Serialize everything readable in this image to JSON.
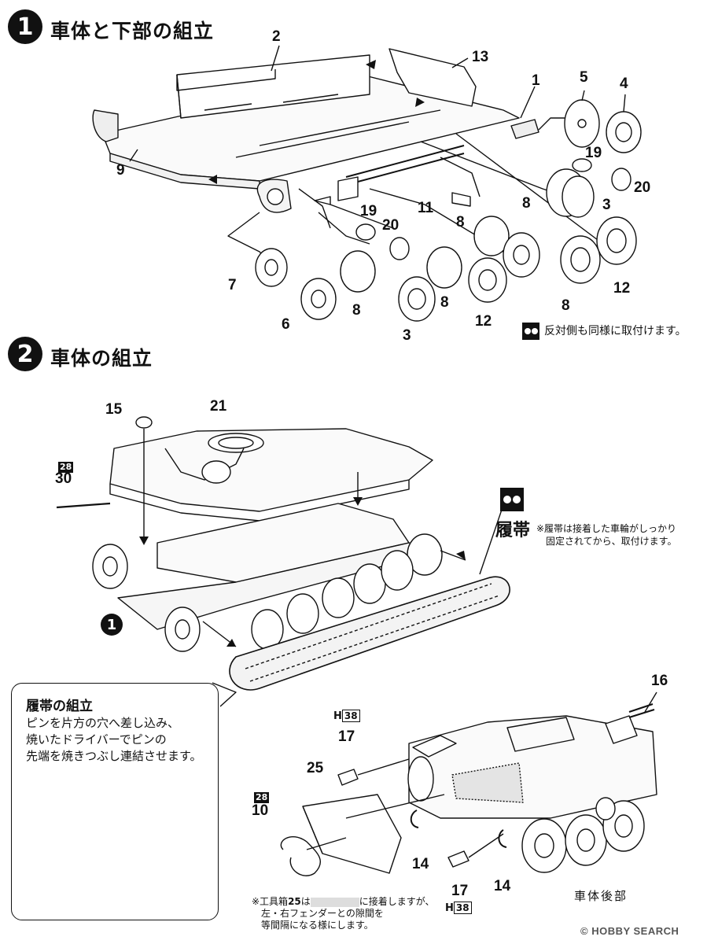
{
  "step1": {
    "number": "1",
    "title": "車体と下部の組立",
    "parts": {
      "p1": "1",
      "p2": "2",
      "p3a": "3",
      "p3b": "3",
      "p4": "4",
      "p5": "5",
      "p6": "6",
      "p7": "7",
      "p8a": "8",
      "p8b": "8",
      "p8c": "8",
      "p8d": "8",
      "p8e": "8",
      "p9": "9",
      "p11": "11",
      "p12a": "12",
      "p12b": "12",
      "p13": "13",
      "p19a": "19",
      "p19b": "19",
      "p20a": "20",
      "p20b": "20"
    },
    "note": "反対側も同様に取付けます。"
  },
  "step2": {
    "number": "2",
    "title": "車体の組立",
    "parts": {
      "p15": "15",
      "p21": "21",
      "p30": "30",
      "ref28a": "28",
      "p1ref": "1",
      "p16": "16",
      "p17a": "17",
      "p17b": "17",
      "p25": "25",
      "ref28b": "28",
      "p10": "10",
      "p14a": "14",
      "p14b": "14",
      "h38a_h": "H",
      "h38a_n": "38",
      "h38b_h": "H",
      "h38b_n": "38"
    },
    "track_label": "履帯",
    "track_note_line1": "※履帯は接着した車輪がしっかり",
    "track_note_line2": "固定されてから、取付けます。",
    "rear_label": "車体後部",
    "toolbox_note_line1_a": "※工具箱",
    "toolbox_note_line1_b": "25",
    "toolbox_note_line1_c": "は",
    "toolbox_note_line1_d": "に接着しますが、",
    "toolbox_note_line2": "左・右フェンダーとの隙間を",
    "toolbox_note_line3": "等間隔になる様にします。"
  },
  "callout": {
    "title": "履帯の組立",
    "line1": "ピンを片方の穴へ差し込み、",
    "line2": "焼いたドライバーでピンの",
    "line3": "先端を焼きつぶし連結させます。"
  },
  "watermark": "© HOBBY SEARCH"
}
